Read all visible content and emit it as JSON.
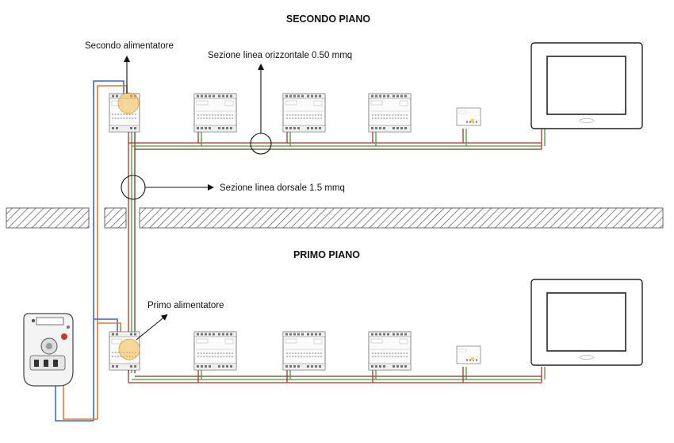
{
  "titles": {
    "second_floor": "SECONDO PIANO",
    "first_floor": "PRIMO PIANO"
  },
  "callouts": {
    "second_power_supply": "Secondo alimentatore",
    "first_power_supply": "Primo alimentatore",
    "horizontal_line_section": "Sezione linea orizzontale 0.50 mmq",
    "backbone_line_section": "Sezione linea dorsale 1.5 mmq"
  },
  "colors": {
    "wire_red": "#b5301f",
    "wire_green": "#4a9c3a",
    "wire_brown": "#6b3a1e",
    "wire_blue": "#2f6fd1",
    "wire_orange": "#e0782a",
    "highlight": "#f2b94b",
    "floor_hatch": "#555555"
  }
}
